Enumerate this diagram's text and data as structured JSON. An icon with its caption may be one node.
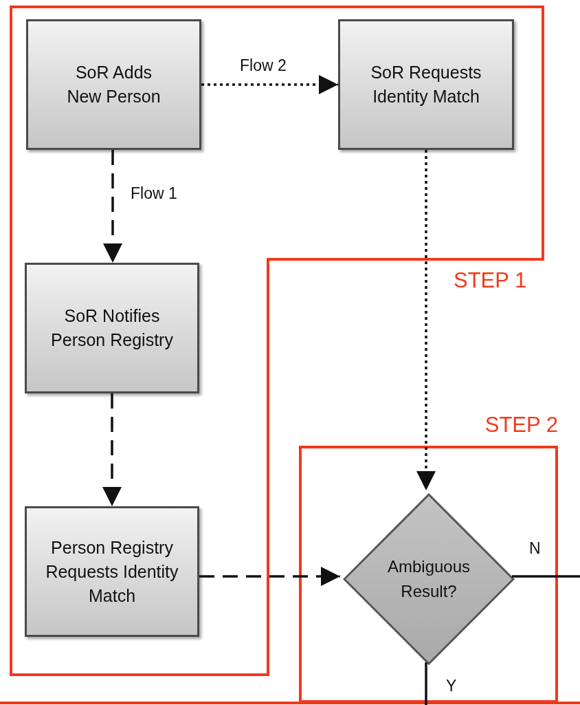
{
  "diagram": {
    "nodes": [
      {
        "text": [
          "STEP 1"
        ]
      },
      {
        "text": [
          "SoR Adds New Person"
        ],
        "in": 0
      },
      {
        "text": [
          "SoR Requests Identity Match"
        ],
        "in": 0
      },
      {
        "text": [
          "SoR Notifies Person Registry"
        ],
        "in": 0
      },
      {
        "text": [
          "Person Registry Requests Identity Match"
        ],
        "in": 0
      },
      {
        "text": [
          "STEP 2"
        ]
      },
      {
        "text": [
          "Ambiguous Result?"
        ],
        "in": 5
      }
    ],
    "edges": [
      {
        "from": 1,
        "to": 2,
        "arrow": "to",
        "label": "Flow 2",
        "style": "dashed"
      },
      {
        "from": 1,
        "to": 3,
        "arrow": "to",
        "label": "Flow 1",
        "style": "dashed"
      },
      {
        "from": 3,
        "to": 4,
        "arrow": "to",
        "style": "dashed"
      },
      {
        "from": 2,
        "to": 6,
        "arrow": "to",
        "style": "dashed"
      },
      {
        "from": 4,
        "to": 6,
        "arrow": "to",
        "style": "dashed"
      },
      {
        "from": 6,
        "to": null,
        "arrow": "none",
        "label": "N"
      },
      {
        "from": 6,
        "to": null,
        "arrow": "none",
        "label": "Y"
      }
    ]
  }
}
